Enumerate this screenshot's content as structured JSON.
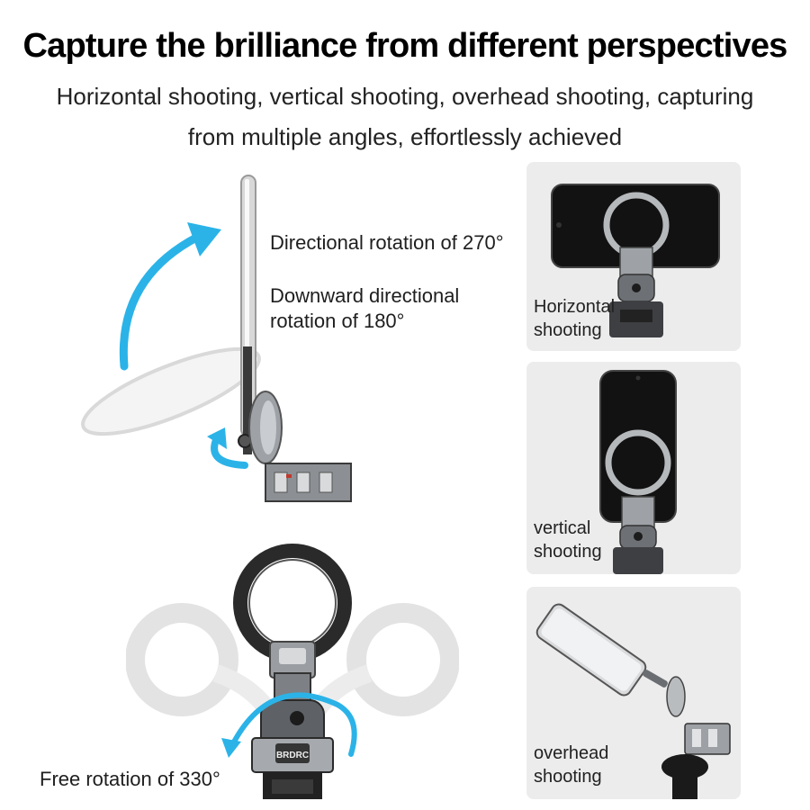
{
  "headline": "Capture the brilliance from different perspectives",
  "subline": {
    "line1": "Horizontal shooting, vertical shooting, overhead shooting, capturing",
    "line2": "from multiple angles, effortlessly achieved"
  },
  "labels": {
    "rotation_270": "Directional rotation of 270°",
    "rotation_180_line1": "Downward directional",
    "rotation_180_line2": "rotation of 180°",
    "rotation_330": "Free rotation of 330°"
  },
  "brand": "BRDRC",
  "panels": [
    {
      "id": "horizontal",
      "line1": "Horizontal",
      "line2": "shooting"
    },
    {
      "id": "vertical",
      "line1": "vertical",
      "line2": "shooting"
    },
    {
      "id": "overhead",
      "line1": "overhead",
      "line2": "shooting"
    }
  ],
  "colors": {
    "arrow": "#2bb3e8",
    "metal": "#6b6e72",
    "dark": "#222222",
    "panel_bg": "#ececec"
  }
}
